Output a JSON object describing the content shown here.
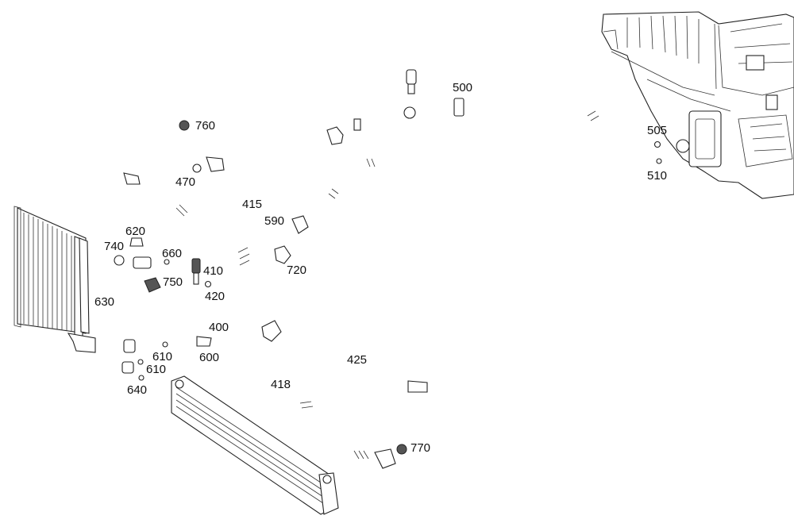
{
  "labels": {
    "p400": "400",
    "p410": "410",
    "p415": "415",
    "p418": "418",
    "p420": "420",
    "p425": "425",
    "p470": "470",
    "p500": "500",
    "p505": "505",
    "p510": "510",
    "p590": "590",
    "p600": "600",
    "p610a": "610",
    "p610b": "610",
    "p620": "620",
    "p630": "630",
    "p640": "640",
    "p660": "660",
    "p720": "720",
    "p740": "740",
    "p750": "750",
    "p760": "760",
    "p770": "770"
  }
}
